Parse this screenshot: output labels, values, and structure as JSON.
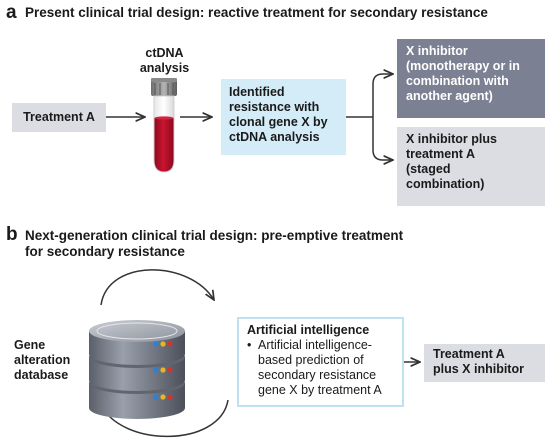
{
  "panel_a": {
    "letter": "a",
    "title": "Present clinical trial design: reactive treatment for secondary resistance",
    "treatment_a": "Treatment A",
    "ctdna_label_line1": "ctDNA",
    "ctdna_label_line2": "analysis",
    "identified": [
      "Identified",
      "resistance with",
      "clonal gene X by",
      "ctDNA analysis"
    ],
    "option1": [
      "X inhibitor",
      "(monotherapy or in",
      "combination with",
      "another agent)"
    ],
    "option2": [
      "X inhibitor plus",
      "treatment A",
      "(staged",
      "combination)"
    ]
  },
  "panel_b": {
    "letter": "b",
    "title_line1": "Next-generation clinical trial design: pre-emptive treatment",
    "title_line2": "for secondary resistance",
    "database_label": [
      "Gene",
      "alteration",
      "database"
    ],
    "ai_title": "Artificial intelligence",
    "ai_bullet": "•",
    "ai_text": [
      "Artificial intelligence-",
      "based prediction of",
      "secondary resistance",
      "gene X by treatment A"
    ],
    "result": [
      "Treatment A",
      "plus X inhibitor"
    ]
  },
  "colors": {
    "light_gray_box": "#dcdde3",
    "dark_gray_box": "#7b8193",
    "light_blue_box": "#d3ecf8",
    "blood_red": "#b5102a",
    "arrow": "#333333"
  }
}
